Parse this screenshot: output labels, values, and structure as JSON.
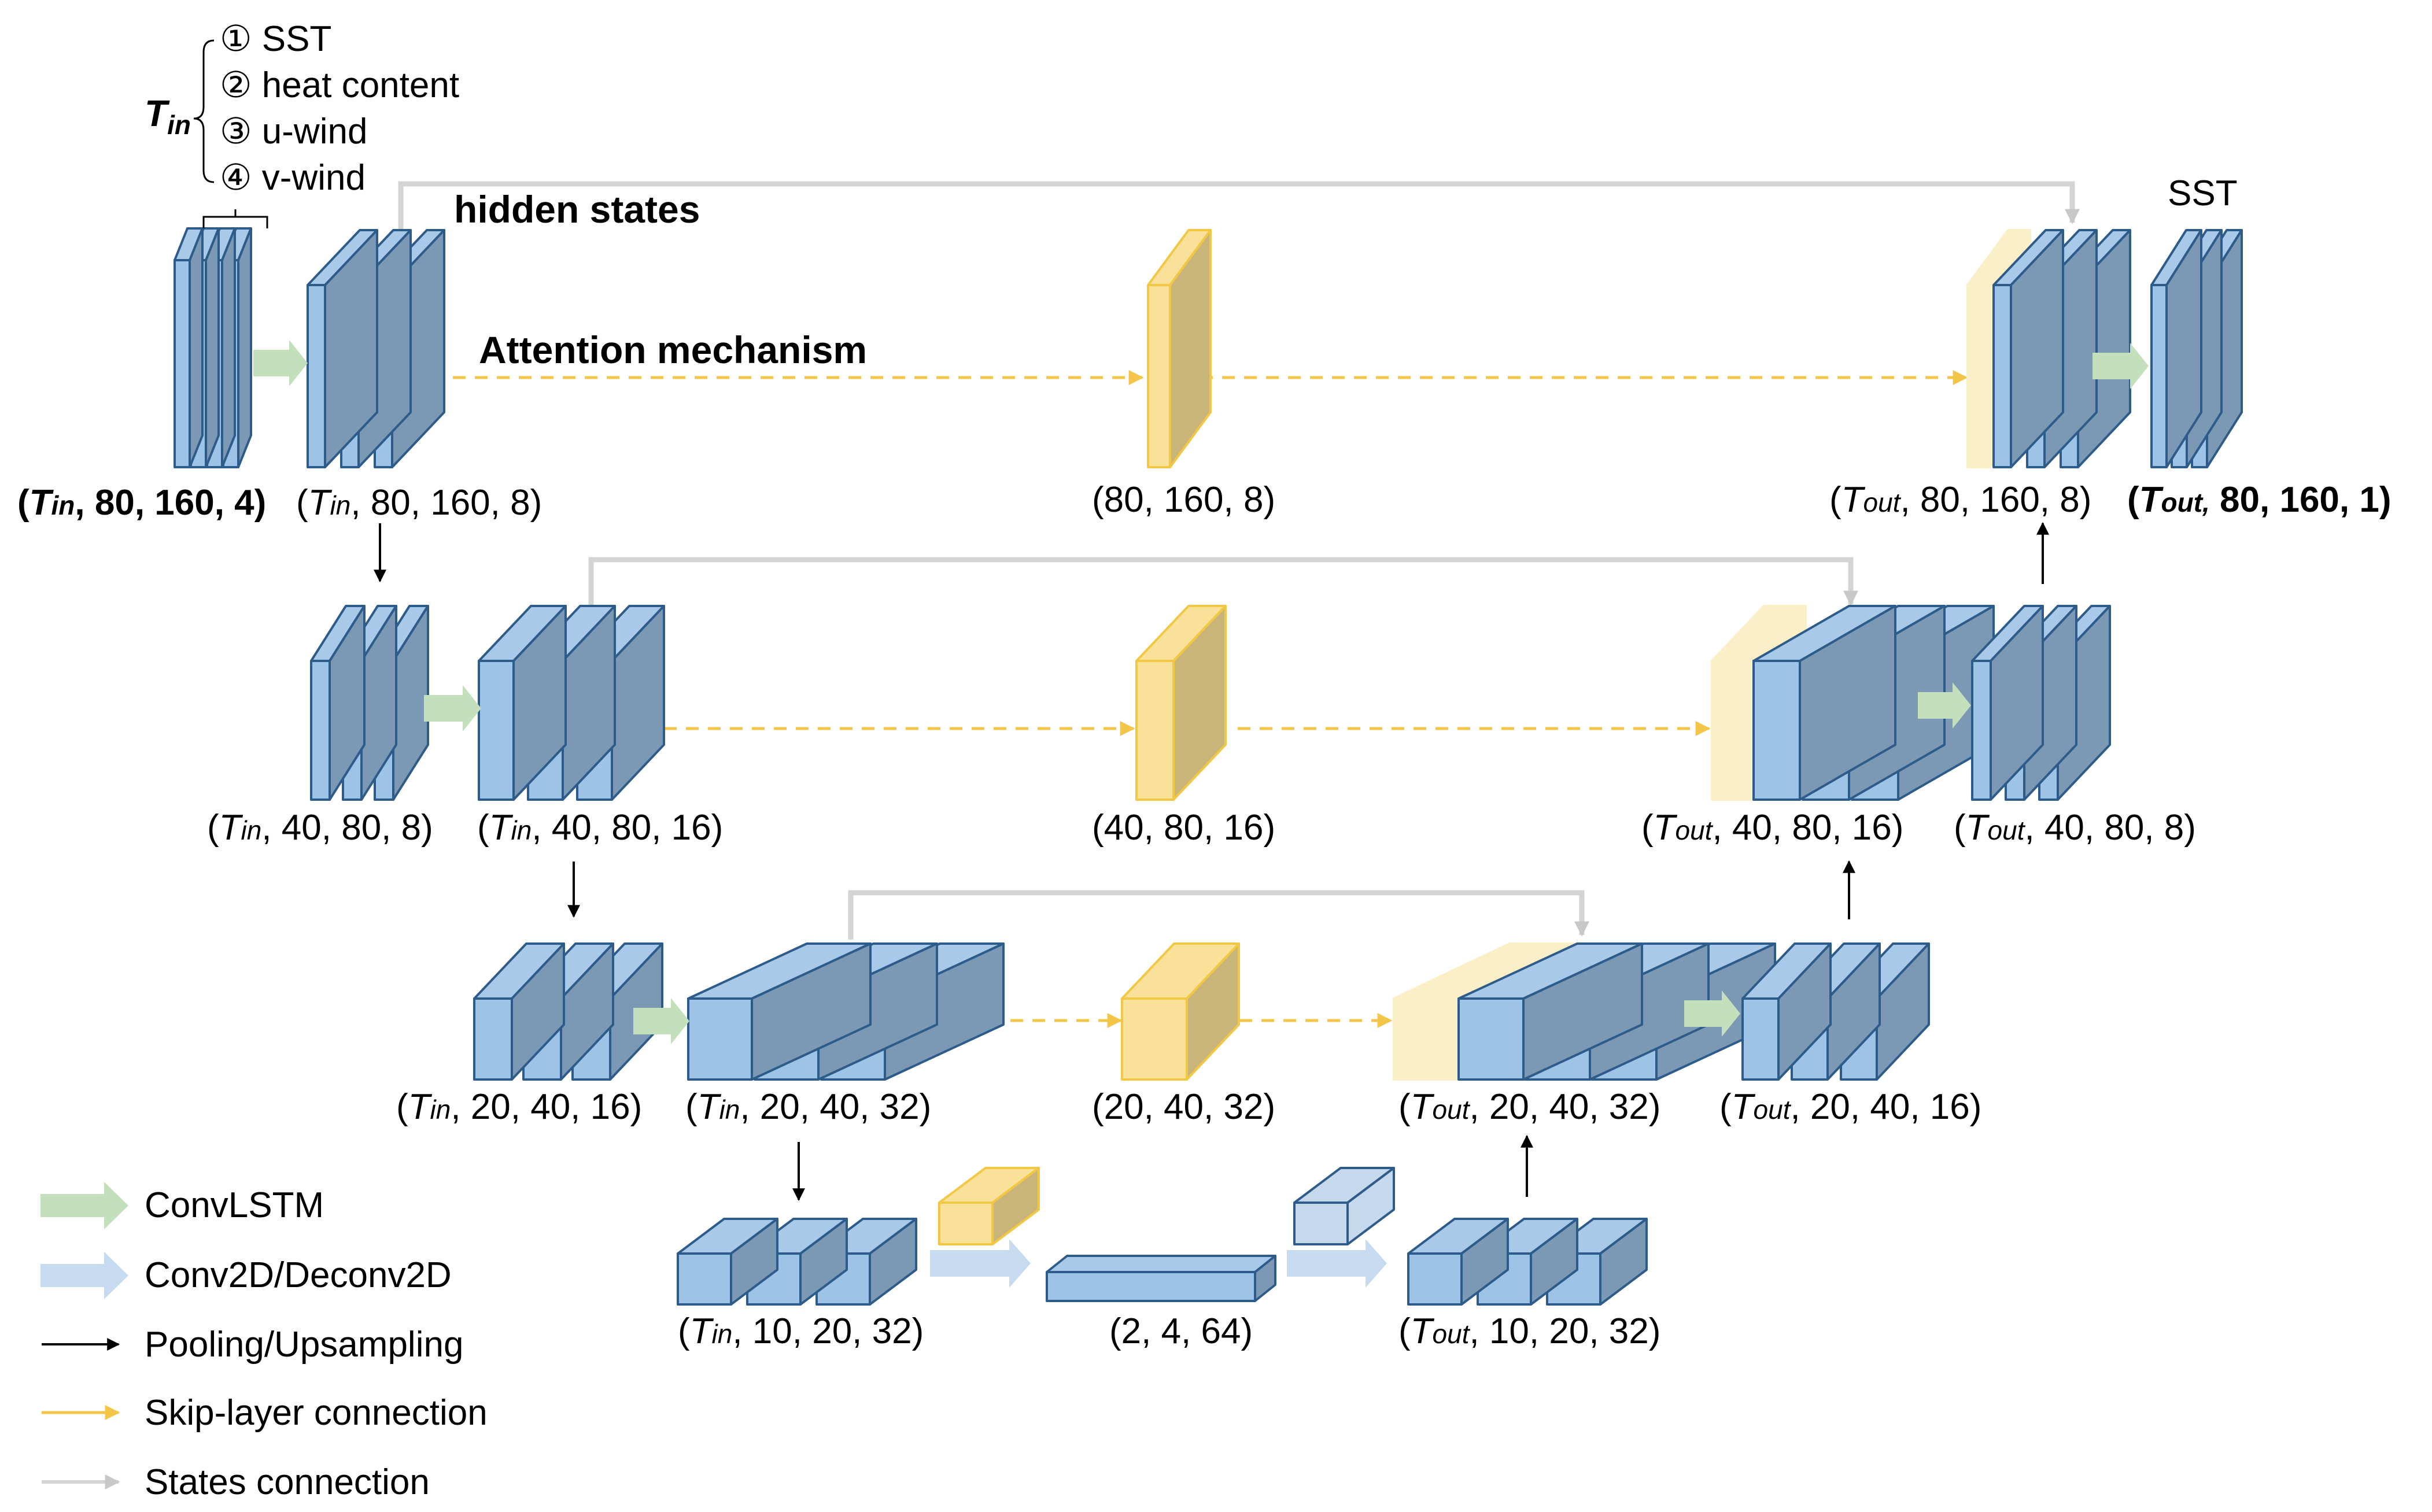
{
  "inputs": {
    "t_in": "T",
    "t_in_sub": "in",
    "variables": [
      "① SST",
      "② heat content",
      "③ u-wind",
      "④ v-wind"
    ]
  },
  "titles": {
    "hidden_states": "hidden states",
    "attention": "Attention mechanism",
    "sst": "SST"
  },
  "labels": {
    "r1": [
      "(Tin, 80, 160, 4)",
      "(Tin, 80, 160, 8)",
      "(80, 160, 8)",
      "(Tout, 80, 160, 8)",
      "(Tout, 80, 160, 1)"
    ],
    "r2": [
      "(Tin, 40, 80, 8)",
      "(Tin, 40, 80, 16)",
      "(40, 80, 16)",
      "(Tout, 40, 80, 16)",
      "(Tout, 40, 80, 8)"
    ],
    "r3": [
      "(Tin, 20, 40, 16)",
      "(Tin, 20, 40, 32)",
      "(20, 40, 32)",
      "(Tout, 20, 40, 32)",
      "(Tout, 20, 40, 16)"
    ],
    "r4": [
      "(Tin, 10, 20, 32)",
      "(2, 4, 64)",
      "(Tout, 10, 20, 32)"
    ]
  },
  "legend": [
    {
      "label": "ConvLSTM",
      "kind": "convlstm"
    },
    {
      "label": "Conv2D/Deconv2D",
      "kind": "conv2d"
    },
    {
      "label": "Pooling/Upsampling",
      "kind": "pooling"
    },
    {
      "label": "Skip-layer connection",
      "kind": "skip"
    },
    {
      "label": "States connection",
      "kind": "states"
    }
  ],
  "colors": {
    "blue_face": "#9dc3e6",
    "blue_top": "#a9c9e8",
    "blue_side": "#7b98b4",
    "blue_stroke": "#2e5c8a",
    "yellow_face": "#fae199",
    "yellow_side": "#c9b47a",
    "yellow_stroke": "#f2c744",
    "light_yellow": "#fbefc8",
    "light_blue": "#c6d8ec",
    "green_arrow": "#c4dfbc",
    "blue_arrow": "#c6daf0",
    "skip_arrow": "#f3c649",
    "states_line": "#d4d4d4"
  }
}
